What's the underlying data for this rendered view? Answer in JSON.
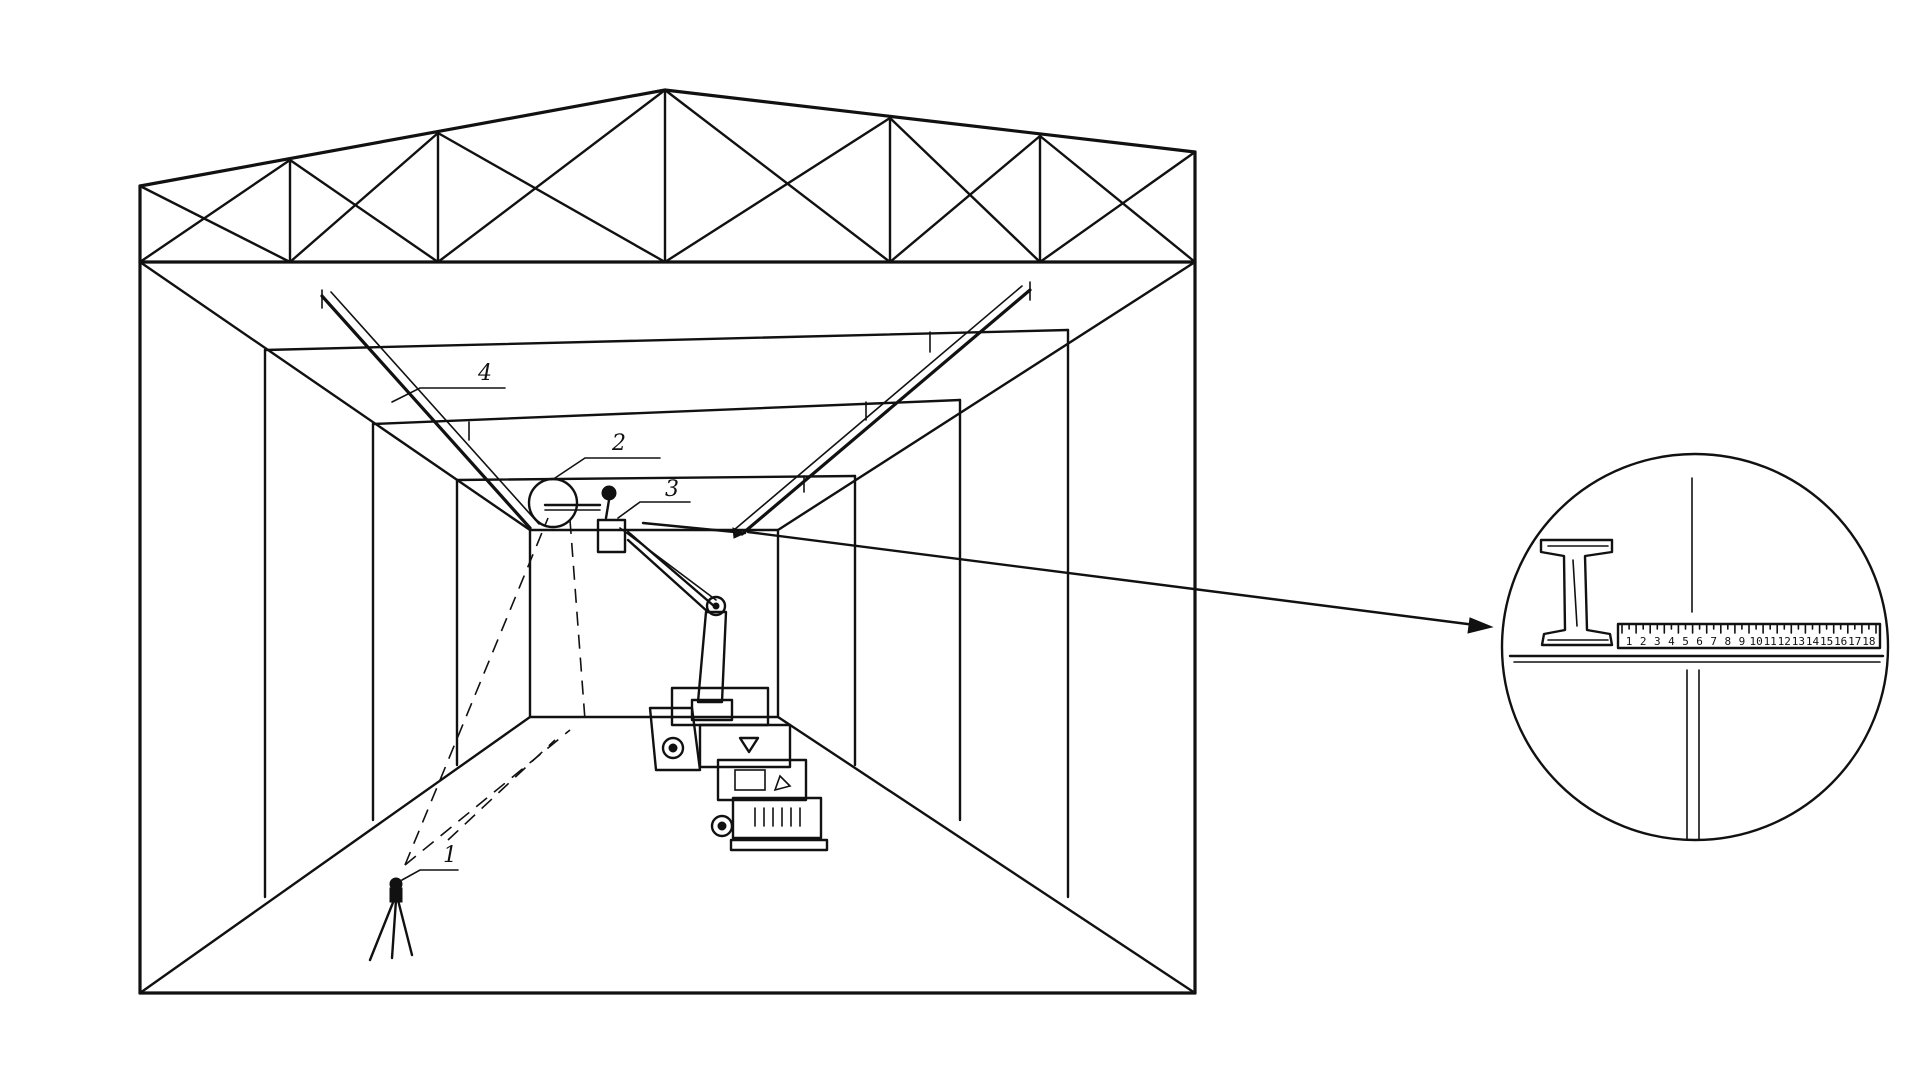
{
  "labels": {
    "theodolite": "1",
    "target_circle": "2",
    "lift_platform": "3",
    "crane_rail": "4"
  },
  "scale_ticks": [
    "1",
    "2",
    "3",
    "4",
    "5",
    "6",
    "7",
    "8",
    "9",
    "10",
    "11",
    "12",
    "13",
    "14",
    "15",
    "16",
    "17",
    "18"
  ],
  "colors": {
    "ink": "#111111",
    "background": "#ffffff"
  }
}
